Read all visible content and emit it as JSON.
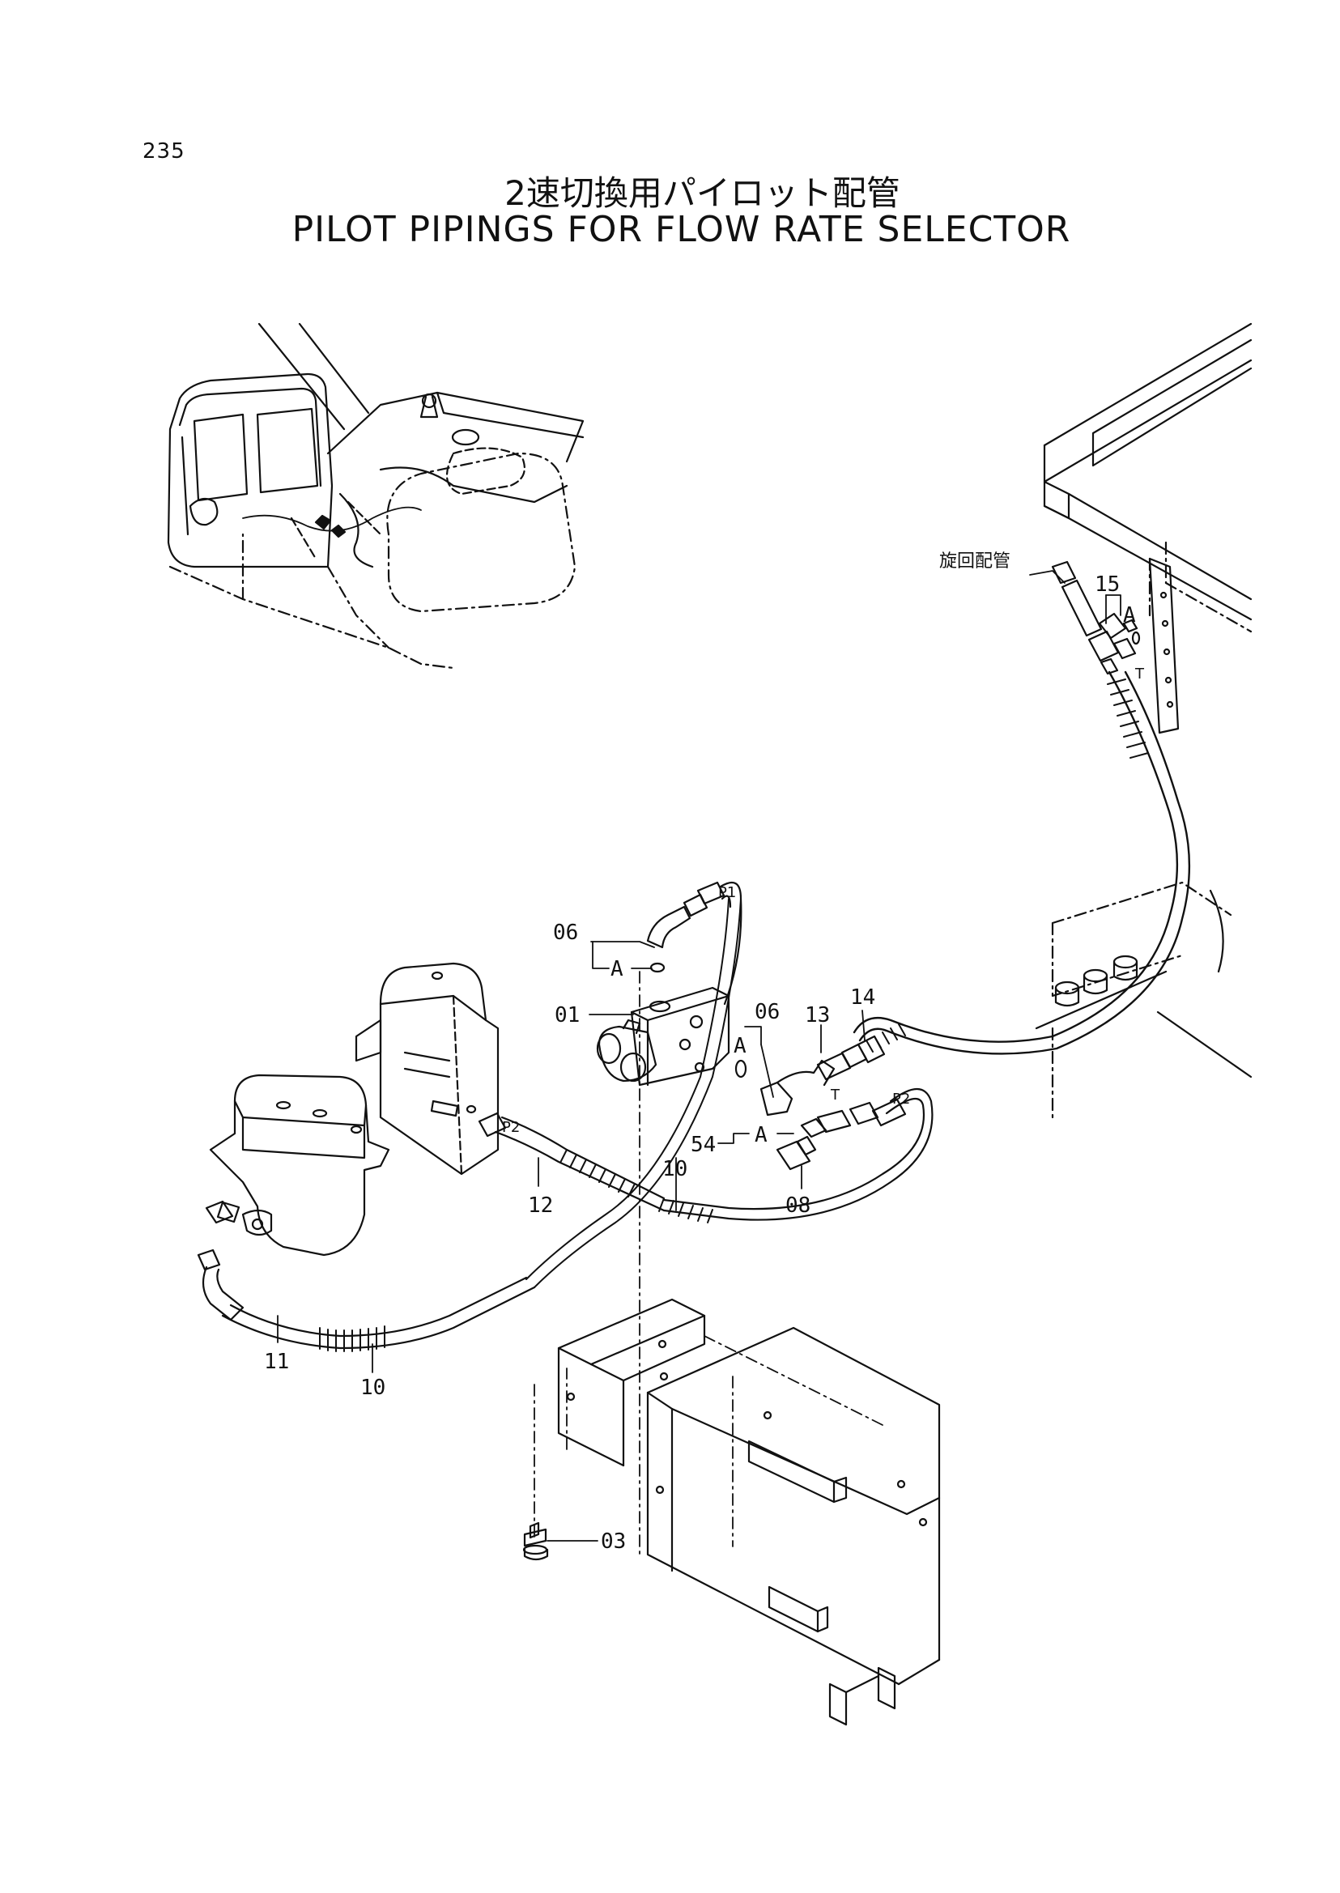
{
  "page": {
    "number": "235",
    "title_jp": "2速切換用パイロット配管",
    "title_en": "PILOT PIPINGS FOR FLOW RATE SELECTOR"
  },
  "callouts": {
    "c01": "01",
    "c03": "03",
    "c06a": "06",
    "c06b": "06",
    "c08": "08",
    "c10a": "10",
    "c10b": "10",
    "c11": "11",
    "c12": "12",
    "c13": "13",
    "c14": "14",
    "c15": "15",
    "c54": "54"
  },
  "port_labels": {
    "p1": "P1",
    "p2_left": "P2",
    "p2_right": "P2",
    "t_center": "T",
    "t_right": "T",
    "a1": "A",
    "a2": "A",
    "a3": "A",
    "a4": "A"
  },
  "notes": {
    "swing_piping": "旋回配管"
  }
}
